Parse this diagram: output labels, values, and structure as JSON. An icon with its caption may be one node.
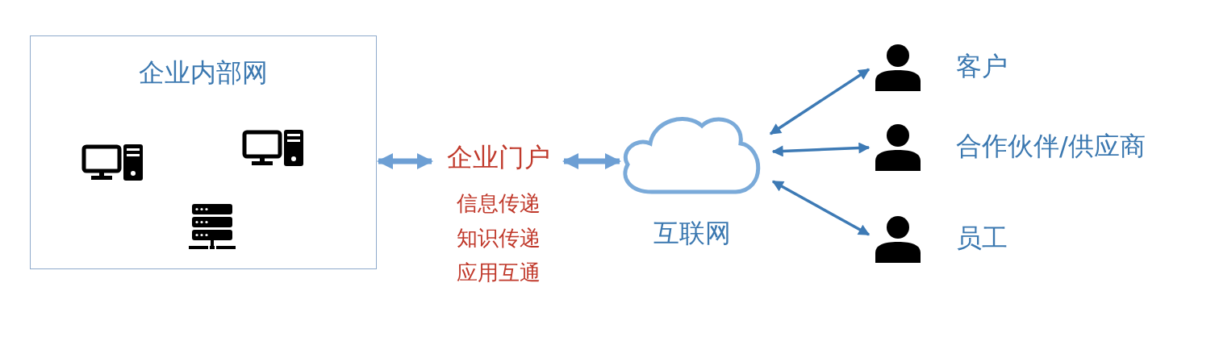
{
  "diagram": {
    "nodes": [
      {
        "text": [
          "企业内部网"
        ]
      },
      {
        "text": [
          "企业门户"
        ],
        "beside": [
          "信息传递",
          "知识传递",
          "应用互通"
        ]
      },
      {
        "text": [
          "互联网"
        ]
      },
      {
        "text": [
          "客户"
        ]
      },
      {
        "text": [
          "合作伙伴/供应商"
        ]
      },
      {
        "text": [
          "员工"
        ]
      }
    ],
    "edges": [
      {
        "from": 0,
        "to": 1,
        "arrow": "both",
        "style": "thick"
      },
      {
        "from": 1,
        "to": 2,
        "arrow": "both",
        "style": "thick"
      },
      {
        "from": 2,
        "to": 3,
        "arrow": "both"
      },
      {
        "from": 2,
        "to": 4,
        "arrow": "both"
      },
      {
        "from": 2,
        "to": 5,
        "arrow": "both"
      }
    ]
  }
}
